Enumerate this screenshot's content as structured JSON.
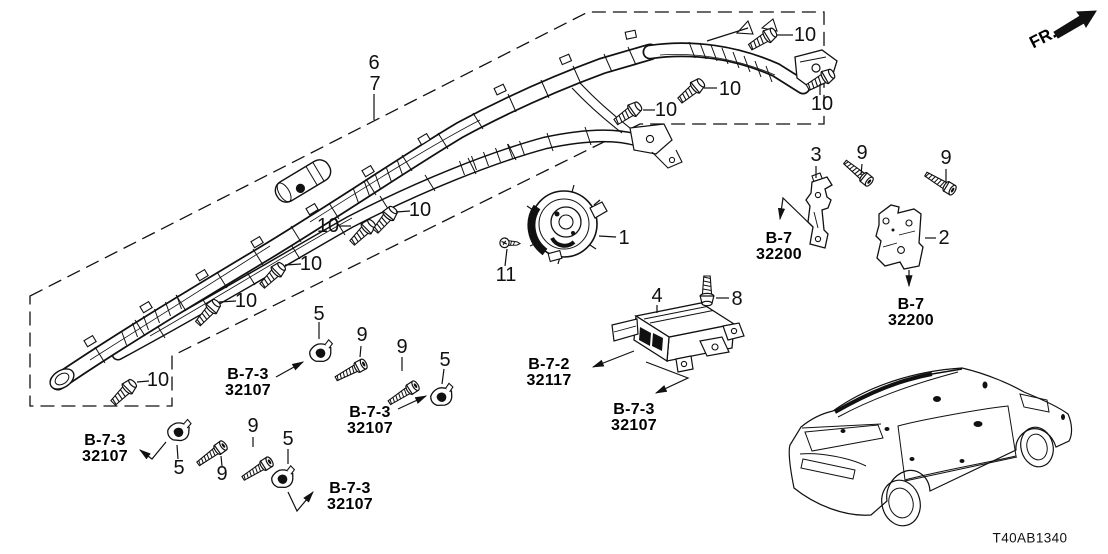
{
  "figure": {
    "direction_label": "FR.",
    "diagram_code": "T40AB1340"
  },
  "callouts": {
    "item1": "1",
    "item2": "2",
    "item3": "3",
    "item4": "4",
    "item5": "5",
    "item6": "6",
    "item7": "7",
    "item8": "8",
    "item9": "9",
    "item10": "10",
    "item11": "11"
  },
  "references": {
    "b7": {
      "code": "B-7",
      "number": "32200"
    },
    "b72": {
      "code": "B-7-2",
      "number": "32117"
    },
    "b73": {
      "code": "B-7-3",
      "number": "32107"
    }
  },
  "colors": {
    "line": "#111111",
    "background": "#ffffff"
  }
}
